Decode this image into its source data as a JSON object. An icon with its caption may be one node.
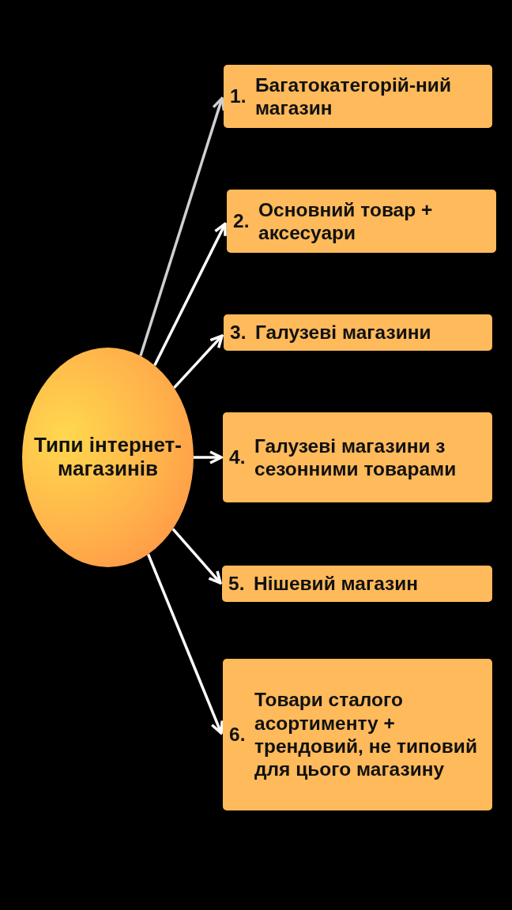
{
  "diagram": {
    "nodes": [
      {
        "text": [
          "Типи інтернет-магазинів"
        ]
      },
      {
        "text": [
          "1.",
          "Багатокатегорій-ний магазин"
        ]
      },
      {
        "text": [
          "2.",
          "Основний товар + аксесуари"
        ]
      },
      {
        "text": [
          "3.",
          "Галузеві магазини"
        ]
      },
      {
        "text": [
          "4.",
          "Галузеві магазини з сезонними товарами"
        ]
      },
      {
        "text": [
          "5.",
          "Нішевий магазин"
        ]
      },
      {
        "text": [
          "6.",
          "Товари сталого асортименту + трендовий, не типовий для цього магазину"
        ]
      }
    ],
    "edges": [
      {
        "from": 0,
        "to": 1,
        "arrow": "to",
        "color": "#d0d0d0"
      },
      {
        "from": 0,
        "to": 2,
        "arrow": "to"
      },
      {
        "from": 0,
        "to": 3,
        "arrow": "to"
      },
      {
        "from": 0,
        "to": 4,
        "arrow": "to"
      },
      {
        "from": 0,
        "to": 5,
        "arrow": "to"
      },
      {
        "from": 0,
        "to": 6,
        "arrow": "to"
      }
    ]
  }
}
